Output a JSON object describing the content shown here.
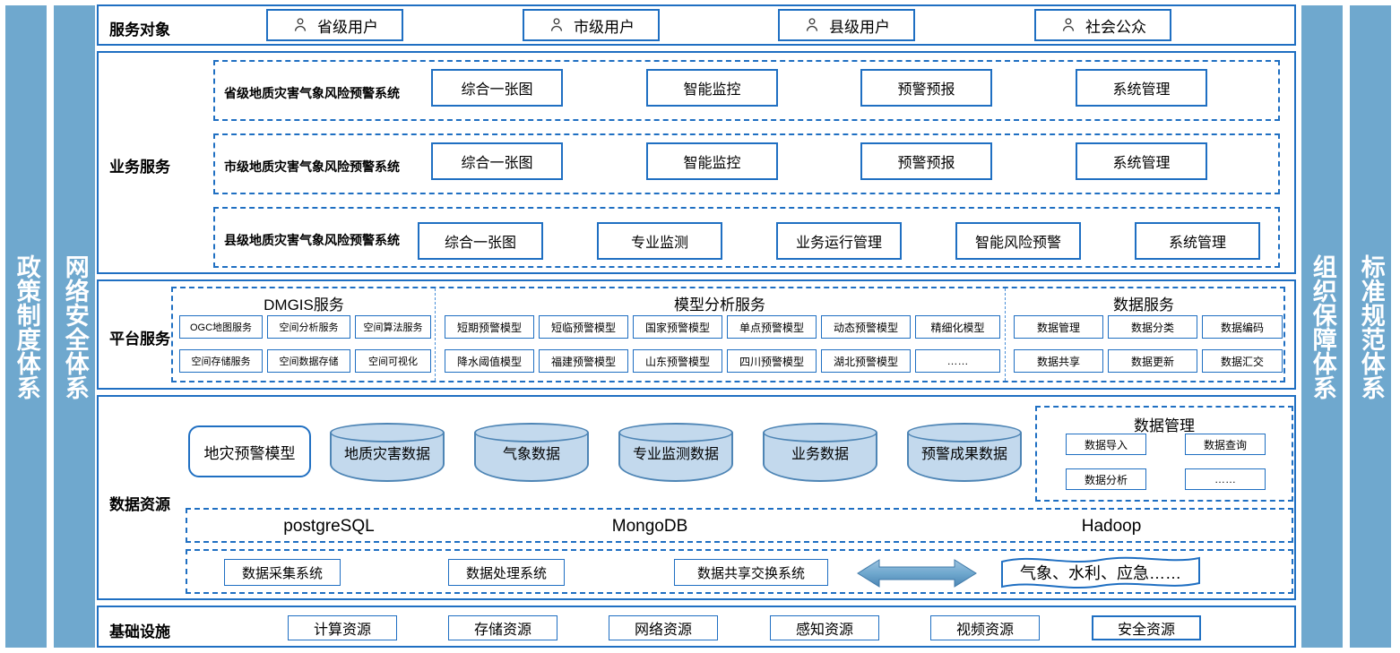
{
  "side_bars": {
    "left": [
      {
        "label": "政策制度体系"
      },
      {
        "label": "网络安全体系"
      }
    ],
    "right": [
      {
        "label": "组织保障体系"
      },
      {
        "label": "标准规范体系"
      }
    ]
  },
  "service_objects": {
    "label": "服务对象",
    "items": [
      {
        "label": "省级用户",
        "icon": "user-icon"
      },
      {
        "label": "市级用户",
        "icon": "user-icon"
      },
      {
        "label": "县级用户",
        "icon": "user-icon"
      },
      {
        "label": "社会公众",
        "icon": "user-icon"
      }
    ]
  },
  "business_services": {
    "label": "业务服务",
    "rows": [
      {
        "name": "省级地质灾害气象风险预警系统",
        "items": [
          "综合一张图",
          "智能监控",
          "预警预报",
          "系统管理"
        ]
      },
      {
        "name": "市级地质灾害气象风险预警系统",
        "items": [
          "综合一张图",
          "智能监控",
          "预警预报",
          "系统管理"
        ]
      },
      {
        "name": "县级地质灾害气象风险预警系统",
        "items": [
          "综合一张图",
          "专业监测",
          "业务运行管理",
          "智能风险预警",
          "系统管理"
        ]
      }
    ]
  },
  "platform_services": {
    "label": "平台服务",
    "groups": [
      {
        "title": "DMGIS服务",
        "row1": [
          "OGC地图服务",
          "空间分析服务",
          "空间算法服务"
        ],
        "row2": [
          "空间存储服务",
          "空间数据存储",
          "空间可视化"
        ]
      },
      {
        "title": "模型分析服务",
        "row1": [
          "短期预警模型",
          "短临预警模型",
          "国家预警模型",
          "单点预警模型",
          "动态预警模型",
          "精细化模型"
        ],
        "row2": [
          "降水阈值模型",
          "福建预警模型",
          "山东预警模型",
          "四川预警模型",
          "湖北预警模型",
          "……"
        ]
      },
      {
        "title": "数据服务",
        "row1": [
          "数据管理",
          "数据分类",
          "数据编码"
        ],
        "row2": [
          "数据共享",
          "数据更新",
          "数据汇交"
        ]
      }
    ]
  },
  "data_resources": {
    "label": "数据资源",
    "model_box": "地灾预警模型",
    "cylinders": [
      "地质灾害数据",
      "气象数据",
      "专业监测数据",
      "业务数据",
      "预警成果数据"
    ],
    "data_management": {
      "title": "数据管理",
      "items": [
        "数据导入",
        "数据查询",
        "数据分析",
        "……"
      ]
    },
    "db_band": [
      "postgreSQL",
      "MongoDB",
      "Hadoop"
    ],
    "systems_band": {
      "items": [
        "数据采集系统",
        "数据处理系统",
        "数据共享交换系统"
      ],
      "arrow": "double-arrow-icon",
      "external": "气象、水利、应急……"
    }
  },
  "infrastructure": {
    "label": "基础设施",
    "items": [
      "计算资源",
      "存储资源",
      "网络资源",
      "感知资源",
      "视频资源",
      "安全资源"
    ]
  },
  "colors": {
    "bar_blue": "#6FA8CE",
    "border_blue": "#1F6FC2",
    "cylinder_fill": "#C3D9ED",
    "cylinder_border": "#4E85B5",
    "arrow_fill": "#6FA8CE"
  }
}
